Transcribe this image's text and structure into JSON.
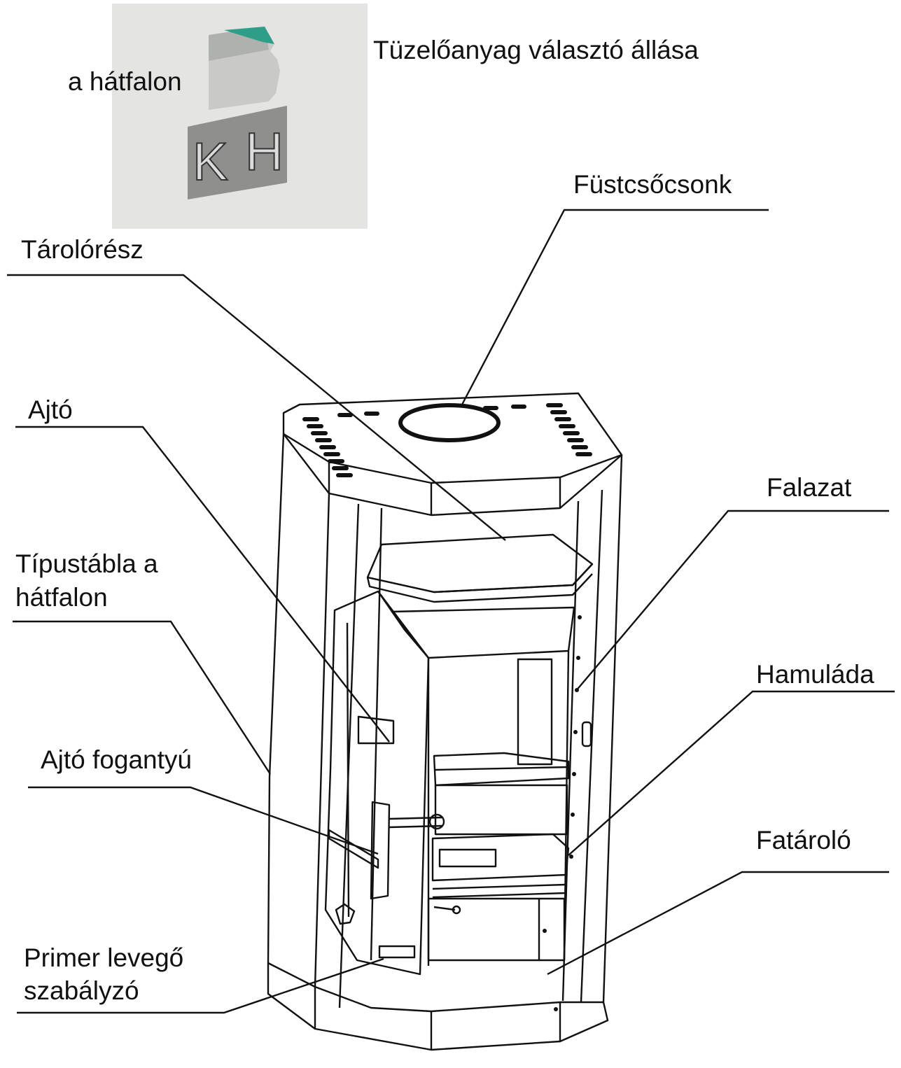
{
  "inset": {
    "caption_left": "a hátfalon",
    "caption_right": "Tüzelőanyag választó állása",
    "letter_k": "K",
    "letter_h": "H"
  },
  "labels": {
    "fustcsocsonk": "Füstcsőcsonk",
    "tarolo_resz": "Tárolórész",
    "ajto": "Ajtó",
    "falazat": "Falazat",
    "tipustabla_line1": "Típustábla a",
    "tipustabla_line2": "hátfalon",
    "hamulada": "Hamuláda",
    "ajto_fogantyu": "Ajtó fogantyú",
    "fatarolo": "Fatároló",
    "primer_line1": "Primer levegő",
    "primer_line2": "szabályzó"
  },
  "colors": {
    "line": "#111111",
    "inset_bg": "#e4e5e3",
    "selector_teal": "#2e9e88"
  }
}
